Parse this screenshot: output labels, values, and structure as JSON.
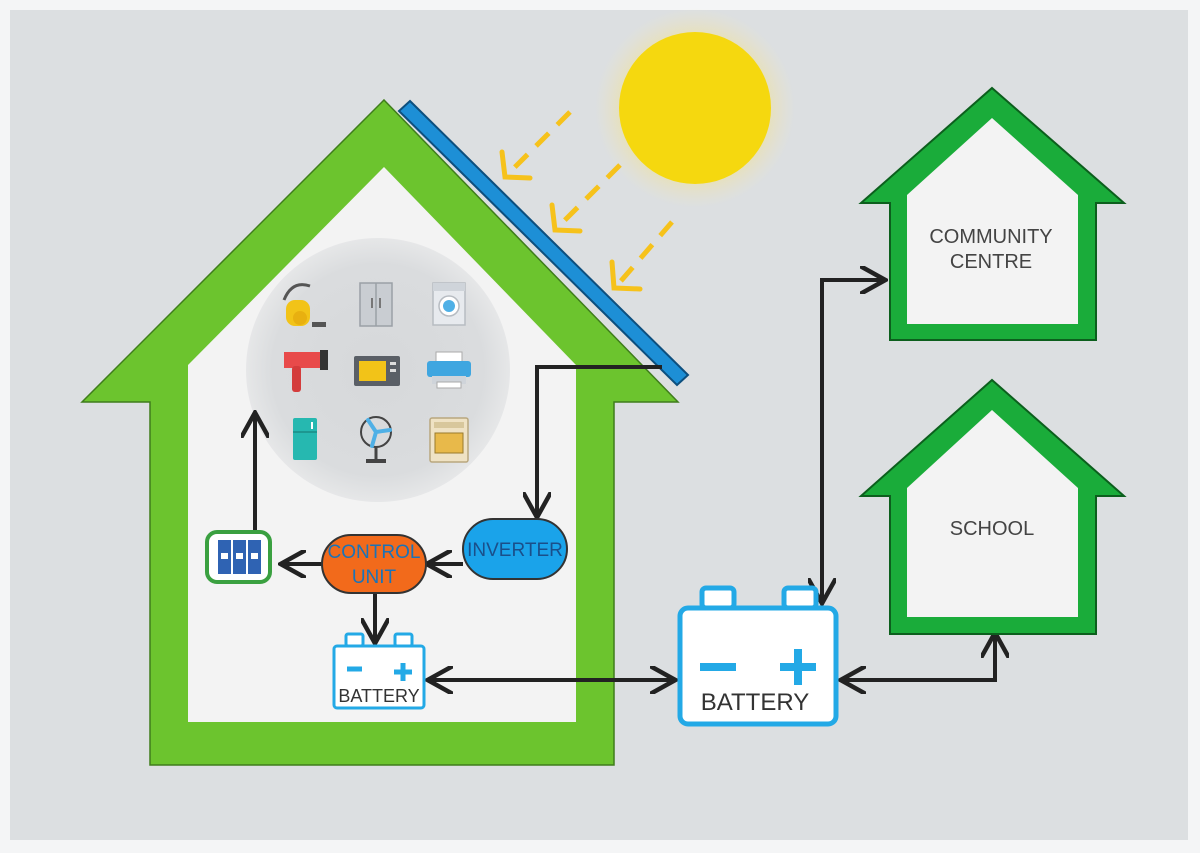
{
  "labels": {
    "community_centre_line1": "COMMUNITY",
    "community_centre_line2": "CENTRE",
    "school": "SCHOOL",
    "inverter": "INVERTER",
    "control_unit_line1": "CONTROL",
    "control_unit_line2": "UNIT",
    "small_battery": "BATTERY",
    "large_battery": "BATTERY"
  },
  "colors": {
    "background": "#dcdfe1",
    "frame": "#f4f5f6",
    "house_green": "#6cc42e",
    "house_inner": "#f3f3f3",
    "side_house_green": "#1aac3a",
    "solar_panel": "#1d8fd6",
    "sun": "#f5d80f",
    "sun_rays": "#f6c21b",
    "inverter": "#1aa3ea",
    "control_unit": "#f26a1b",
    "battery": "#23a9e6",
    "arrow": "#222222",
    "appliance_circle": "#d9dbdd"
  },
  "appliances": [
    "vacuum-cleaner-icon",
    "fridge-icon",
    "washing-machine-icon",
    "hair-dryer-icon",
    "microwave-icon",
    "printer-icon",
    "mini-fridge-icon",
    "fan-icon",
    "oven-icon"
  ]
}
